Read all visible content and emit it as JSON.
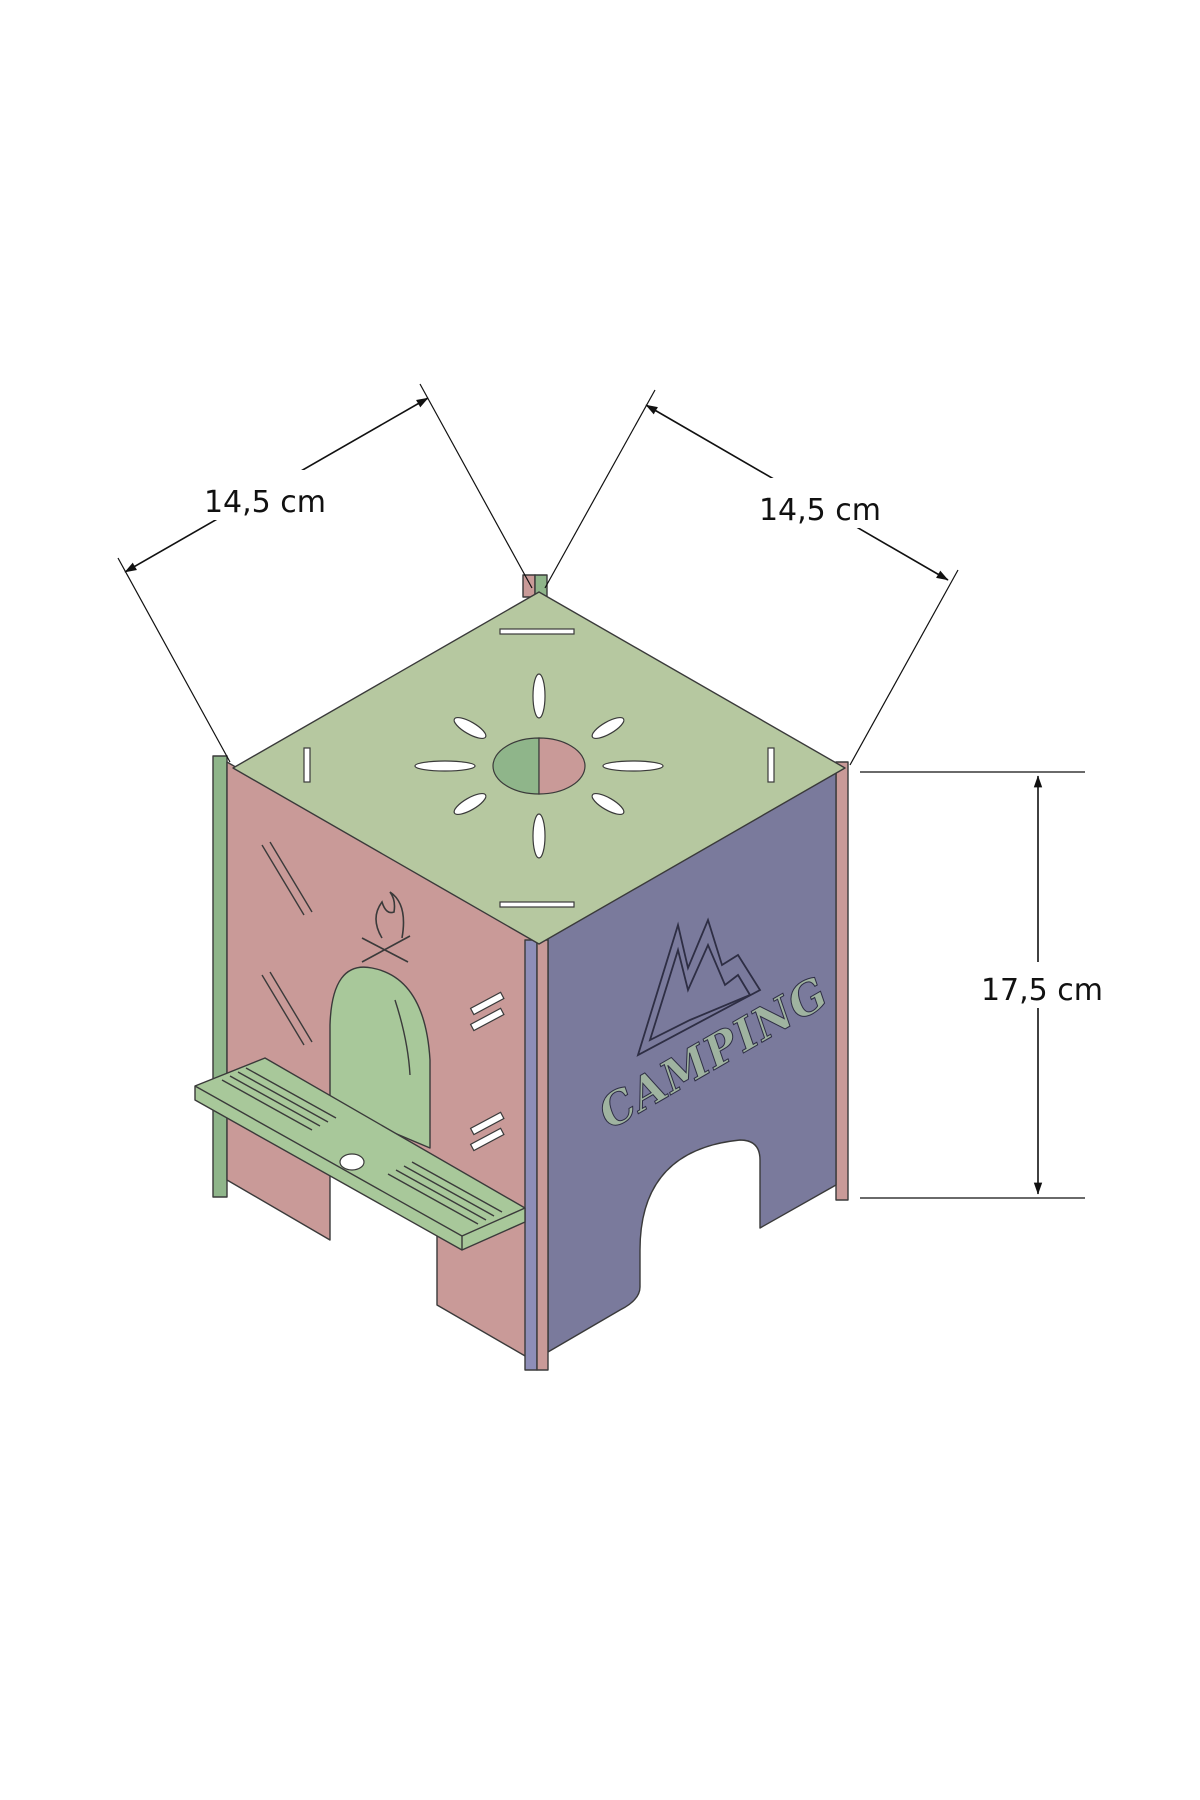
{
  "dimensions": {
    "left_width": "14,5 cm",
    "right_width": "14,5 cm",
    "height": "17,5 cm"
  },
  "panel_text": {
    "right_face": "CAMPING"
  },
  "colors": {
    "top_panel": "#b6c8a0",
    "front_left_panel": "#c99a98",
    "front_right_panel": "#7a7a9c",
    "shelf": "#a8c89a",
    "back_edge_green": "#8fb58a",
    "back_edge_blue": "#8e8eb8"
  },
  "icons": [
    "sun-cutout-icon",
    "campfire-icon",
    "mountains-icon"
  ]
}
